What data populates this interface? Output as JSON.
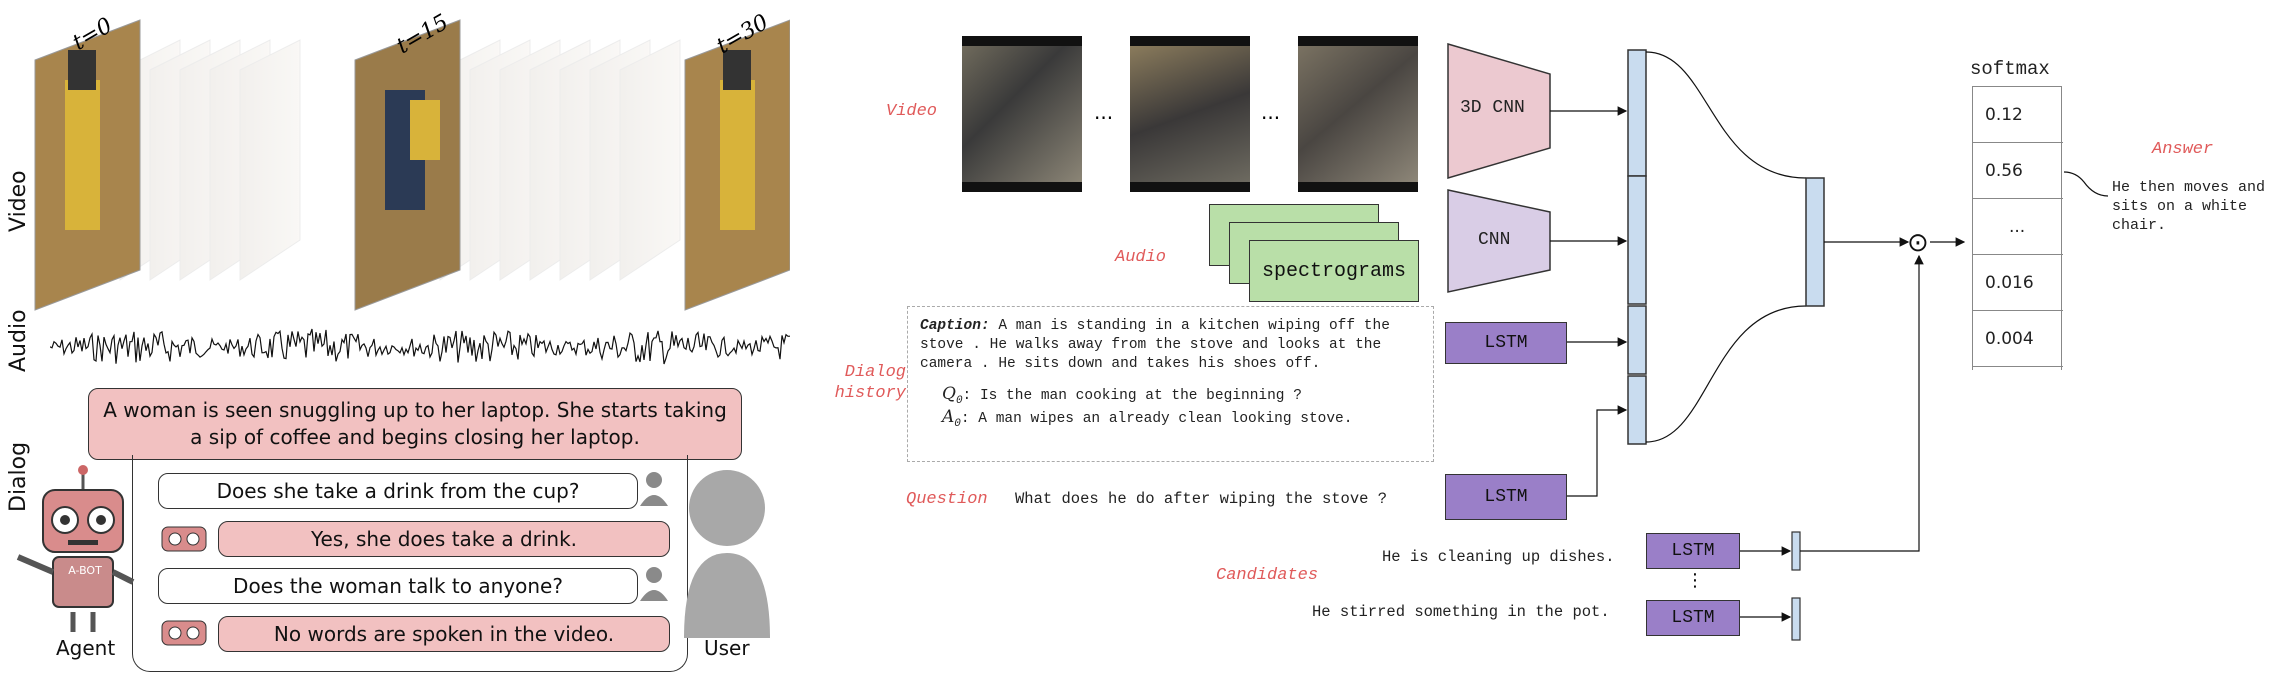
{
  "left_panel": {
    "row_labels": {
      "video": "Video",
      "audio": "Audio",
      "dialog": "Dialog"
    },
    "time_labels": [
      "t=0",
      "t=15",
      "t=30"
    ],
    "caption_bubble": "A woman is seen snuggling up to her laptop. She starts taking a sip of coffee and begins closing her laptop.",
    "dialog": [
      {
        "speaker": "user",
        "text": "Does she take a drink from the cup?"
      },
      {
        "speaker": "agent",
        "text": "Yes, she does take a drink."
      },
      {
        "speaker": "user",
        "text": "Does the woman talk to anyone?"
      },
      {
        "speaker": "agent",
        "text": "No words are spoken in the video."
      }
    ],
    "agent_label": "Agent",
    "user_label": "User",
    "robot_badge": "A-BOT"
  },
  "right_panel": {
    "labels": {
      "video": "Video",
      "audio": "Audio",
      "dialog_history": "Dialog\nhistory",
      "question": "Question",
      "candidates": "Candidates",
      "answer": "Answer"
    },
    "ellipsis": "...",
    "encoders": {
      "cnn3d": "3D CNN",
      "cnn": "CNN",
      "lstm": "LSTM",
      "spectrograms": "spectrograms"
    },
    "caption_label": "Caption:",
    "caption_text": "A man is standing in a kitchen wiping off the stove . He walks away from the stove and looks at the camera . He sits down and takes his shoes off.",
    "qa_history": [
      {
        "tag": "Q",
        "sub": "0",
        "text": ": Is the man cooking at the beginning ?"
      },
      {
        "tag": "A",
        "sub": "0",
        "text": ": A man wipes an already clean looking stove."
      }
    ],
    "question_text": "What does he do after wiping the stove ?",
    "candidates": [
      "He is cleaning up dishes.",
      "He stirred something in the pot."
    ],
    "vertical_ellipsis": "⋮",
    "softmax_title": "softmax",
    "softmax_values": [
      "0.12",
      "0.56",
      "...",
      "0.016",
      "0.004"
    ],
    "dot_symbol": "⊙",
    "answer_text": "He then moves and sits on a white chair."
  },
  "colors": {
    "pink": "#f2c1c1",
    "lavender": "#d9cde6",
    "purple": "#9a7fc8",
    "green": "#b9dfa8",
    "blue": "#c9dcef",
    "red_label": "#e05a5a"
  }
}
